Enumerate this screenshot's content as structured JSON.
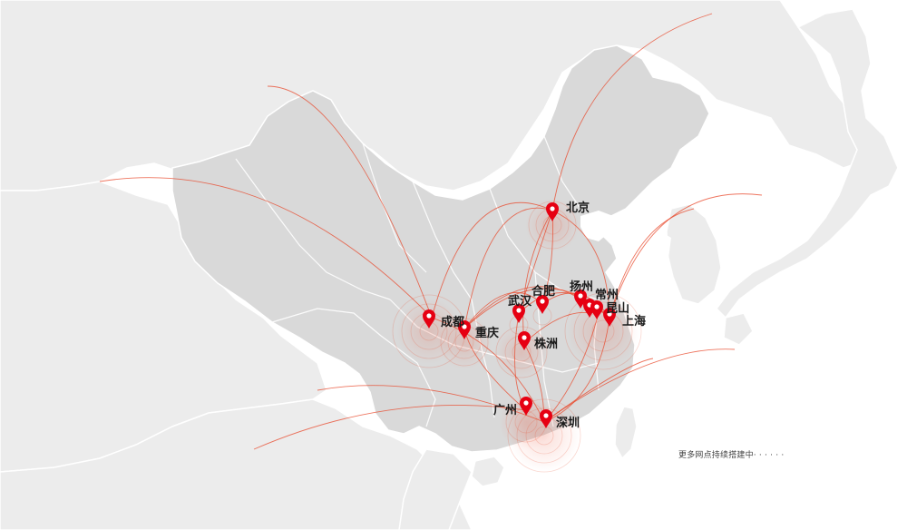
{
  "map": {
    "region": "China",
    "colors": {
      "land_neighbors": "#ececec",
      "land_china": "#d9d9d9",
      "border": "#ffffff",
      "sea": "#ffffff",
      "route": "#e8472a",
      "marker": "#e60012"
    },
    "cities": [
      {
        "id": "beijing",
        "name": "北京"
      },
      {
        "id": "chengdu",
        "name": "成都"
      },
      {
        "id": "chongqing",
        "name": "重庆"
      },
      {
        "id": "wuhan",
        "name": "武汉"
      },
      {
        "id": "hefei",
        "name": "合肥"
      },
      {
        "id": "yangzhou",
        "name": "扬州"
      },
      {
        "id": "changzhou",
        "name": "常州"
      },
      {
        "id": "kunshan",
        "name": "昆山"
      },
      {
        "id": "shanghai",
        "name": "上海"
      },
      {
        "id": "zhuzhou",
        "name": "株洲"
      },
      {
        "id": "guangzhou",
        "name": "广州"
      },
      {
        "id": "shenzhen",
        "name": "深圳"
      }
    ],
    "marker_icon": "map-pin-icon"
  },
  "note": "更多网点持续搭建中· · · · · ·"
}
